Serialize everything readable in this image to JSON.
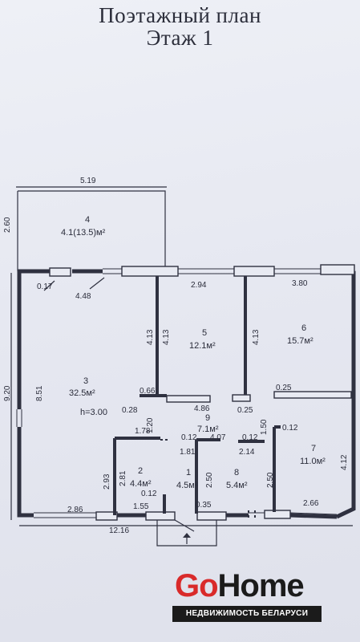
{
  "title": {
    "line1": "Поэтажный план",
    "line2": "Этаж 1"
  },
  "rooms": [
    {
      "num": "4",
      "area": "4.1(13.5)м²"
    },
    {
      "num": "5",
      "area": "12.1м²"
    },
    {
      "num": "6",
      "area": "15.7м²"
    },
    {
      "num": "3",
      "area": "32.5м²",
      "height": "h=3.00"
    },
    {
      "num": "9",
      "area": "7.1м²"
    },
    {
      "num": "2",
      "area": "4.4м²"
    },
    {
      "num": "1",
      "area": "4.5м²"
    },
    {
      "num": "8",
      "area": "5.4м²"
    },
    {
      "num": "7",
      "area": "11.0м²"
    }
  ],
  "dims": {
    "top_width": "5.19",
    "left_porch": "2.60",
    "d_017": "0.17",
    "d_448": "4.48",
    "d_294": "2.94",
    "d_380": "3.80",
    "d_413a": "4.13",
    "d_413b": "4.13",
    "d_413c": "4.13",
    "d_920": "9.20",
    "d_851": "8.51",
    "d_066": "0.66",
    "d_028": "0.28",
    "d_120": "1.20",
    "d_486": "4.86",
    "d_025a": "0.25",
    "d_025b": "0.25",
    "d_150": "1.50",
    "d_012a": "0.12",
    "d_412": "4.12",
    "d_178": "1.78",
    "d_012b": "0.12",
    "d_407": "4.07",
    "d_012c": "0.12",
    "d_181": "1.81",
    "d_214": "2.14",
    "d_293": "2.93",
    "d_281": "2.81",
    "d_250a": "2.50",
    "d_250b": "2.50",
    "d_012d": "0.12",
    "d_286": "2.86",
    "d_155": "1.55",
    "d_035": "0.35",
    "d_266": "2.66",
    "d_1216": "12.16"
  },
  "logo": {
    "go": "Go",
    "home": "Home",
    "tagline": "НЕДВИЖИМОСТЬ БЕЛАРУСИ"
  },
  "colors": {
    "wall": "#2f3140",
    "paper": "#e8eaf2",
    "brand_red": "#d92a2a",
    "brand_dark": "#1b1b1b"
  }
}
